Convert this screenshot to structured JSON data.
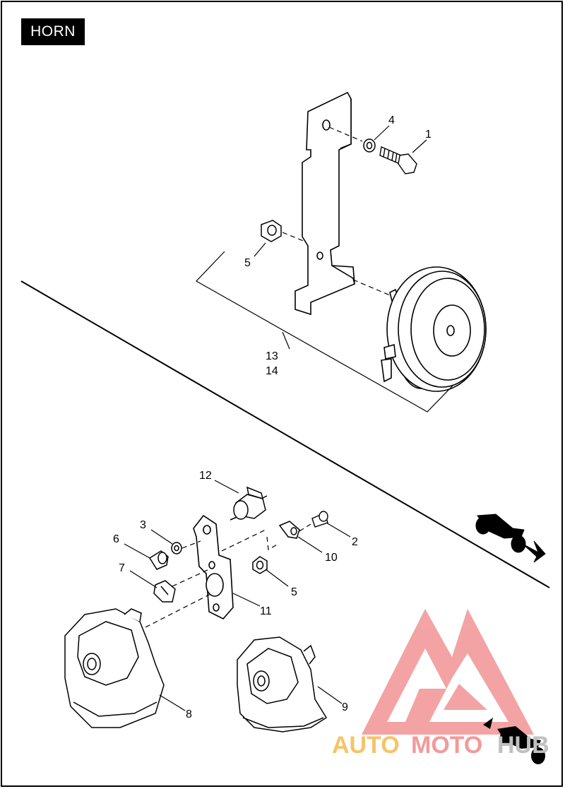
{
  "title": "HORN",
  "callouts": [
    {
      "id": "c1",
      "text": "1"
    },
    {
      "id": "c4a",
      "text": "4"
    },
    {
      "id": "c5a",
      "text": "5"
    },
    {
      "id": "c13",
      "text": "13"
    },
    {
      "id": "c14",
      "text": "14"
    },
    {
      "id": "c12",
      "text": "12"
    },
    {
      "id": "c3",
      "text": "3"
    },
    {
      "id": "c6",
      "text": "6"
    },
    {
      "id": "c2",
      "text": "2"
    },
    {
      "id": "c10",
      "text": "10"
    },
    {
      "id": "c7",
      "text": "7"
    },
    {
      "id": "c5b",
      "text": "5"
    },
    {
      "id": "c11",
      "text": "11"
    },
    {
      "id": "c8",
      "text": "8"
    },
    {
      "id": "c9",
      "text": "9"
    }
  ],
  "watermark": {
    "part1": "AUTO",
    "part2": "MOTO",
    "part3": "HUB",
    "color_primary": "#f29a9a",
    "color_secondary": "#f6c36a",
    "color_tertiary": "#e05050"
  },
  "colors": {
    "ink": "#000000",
    "background": "#ffffff"
  }
}
